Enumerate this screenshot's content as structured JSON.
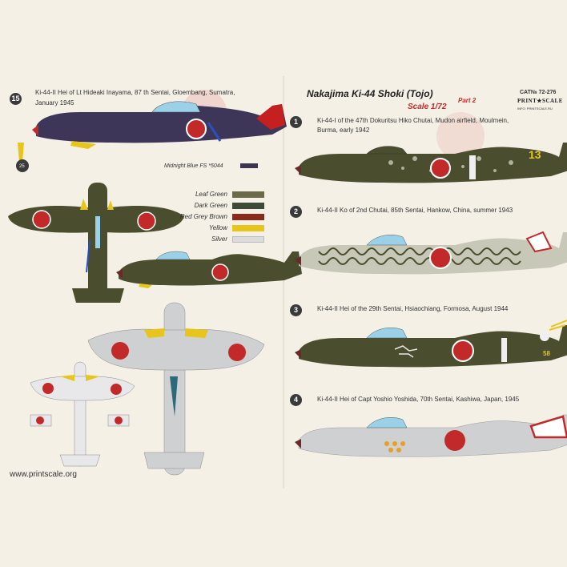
{
  "sheet": {
    "title": "Nakajima Ki-44 Shoki (Tojo)",
    "part": "Part 2",
    "scale": "Scale 1/72",
    "catalog": "CAT№ 72-276",
    "brand": "PRINT★SCALE",
    "contact": "INFO: PRINTSCALE.RU",
    "website": "www.printscale.org"
  },
  "profiles": [
    {
      "number": "15",
      "caption": "Ki-44-II Hei of Lt Hideaki Inayama, 87 th Sentai, Gloembang, Sumatra,",
      "caption_line2": "January 1945"
    },
    {
      "number": "1",
      "caption": "Ki-44-I of the 47th Dokuritsu Hiko Chutai, Mudon airfield, Moulmein,",
      "caption_line2": "Burma, early 1942",
      "code": "13"
    },
    {
      "number": "2",
      "caption": "Ki-44-II Ko of 2nd Chutai, 85th Sentai, Hankow, China, summer 1943"
    },
    {
      "number": "3",
      "caption": "Ki-44-II Hei of the 29th Sentai, Hsiaochiang, Formosa, August 1944",
      "code": "58"
    },
    {
      "number": "4",
      "caption": "Ki-44-II Hei of Capt Yoshio Yoshida, 70th Sentai, Kashiwa, Japan, 1945"
    }
  ],
  "midnight_blue": {
    "label": "Midnight Blue FS *5044",
    "color": "#3a3450"
  },
  "prop_number": "25",
  "legend": [
    {
      "label": "Leaf Green",
      "color": "#6b6b4a"
    },
    {
      "label": "Dark Green",
      "color": "#3d4a3a"
    },
    {
      "label": "Red Grey Brown",
      "color": "#8a2a1a"
    },
    {
      "label": "Yellow",
      "color": "#e8c51a"
    },
    {
      "label": "Silver",
      "color": "#dcdcdc"
    }
  ],
  "colors": {
    "hinomaru": "#c22a2a",
    "olive": "#4a4e2e",
    "midnight": "#3d3658",
    "silver": "#cfd0d2",
    "canopy": "#9ad0e8",
    "yellow": "#e8c51a",
    "background": "#f4f0e6"
  }
}
